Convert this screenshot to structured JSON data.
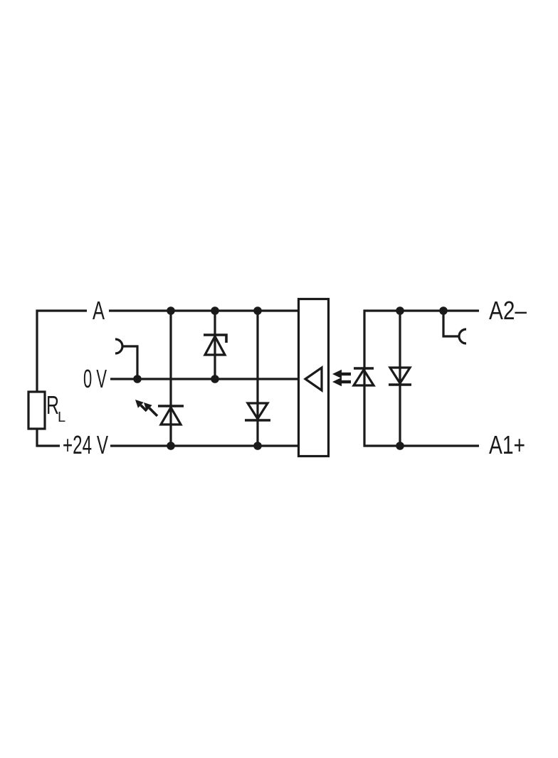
{
  "schematic": {
    "colors": {
      "line": "#1a1a1a",
      "background": "#ffffff"
    },
    "terminals": {
      "a": "A",
      "zero_v": "0 V",
      "plus_24v": "+24 V",
      "a2": "A2–",
      "a1": "A1+"
    },
    "load_resistor": {
      "symbol": "R",
      "subscript": "L"
    },
    "symbols": [
      "load-resistor",
      "plug-contact-left",
      "suppressor-zener-diode",
      "status-led",
      "free-wheeling-diode",
      "optocoupler-receiver-box",
      "receiver-triangle",
      "light-arrows",
      "optocoupler-led",
      "reverse-polarity-diode",
      "plug-contact-right"
    ]
  }
}
